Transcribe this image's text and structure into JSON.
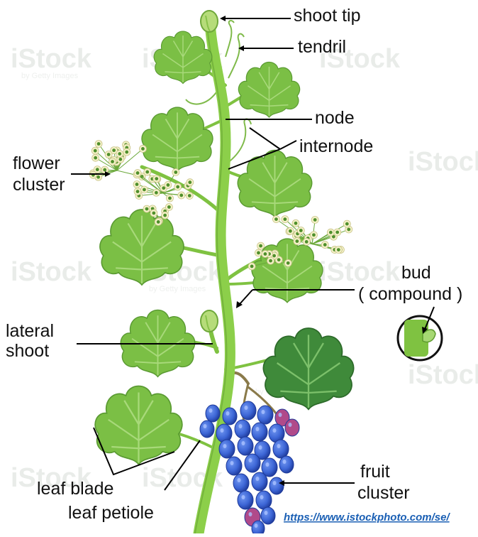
{
  "labels": {
    "shoot_tip": "shoot tip",
    "tendril": "tendril",
    "node": "node",
    "internode": "internode",
    "flower_cluster_line1": "flower",
    "flower_cluster_line2": "cluster",
    "bud_line1": "bud",
    "bud_line2": "( compound )",
    "lateral_shoot_line1": "lateral",
    "lateral_shoot_line2": "shoot",
    "fruit_cluster_line1": "fruit",
    "fruit_cluster_line2": "cluster",
    "leaf_blade": "leaf blade",
    "leaf_petiole": "leaf petiole"
  },
  "source_url": "https://www.istockphoto.com/se/",
  "watermark": {
    "brand": "iStock",
    "tagline": "by Getty Images"
  },
  "colors": {
    "leaf": "#7bbf45",
    "leaf_dark": "#4f8f2b",
    "leaf_vein": "#a8d97a",
    "stem": "#8ccf4a",
    "stem_dark": "#5d9a2e",
    "grape": "#3d66d6",
    "grape_dark": "#1e3a9a",
    "grape_tint": "#b04a8a",
    "flower": "#f4f1c8",
    "bud_green": "#7fc241",
    "leader_line": "#000000",
    "url_blue": "#1a5fb4"
  }
}
